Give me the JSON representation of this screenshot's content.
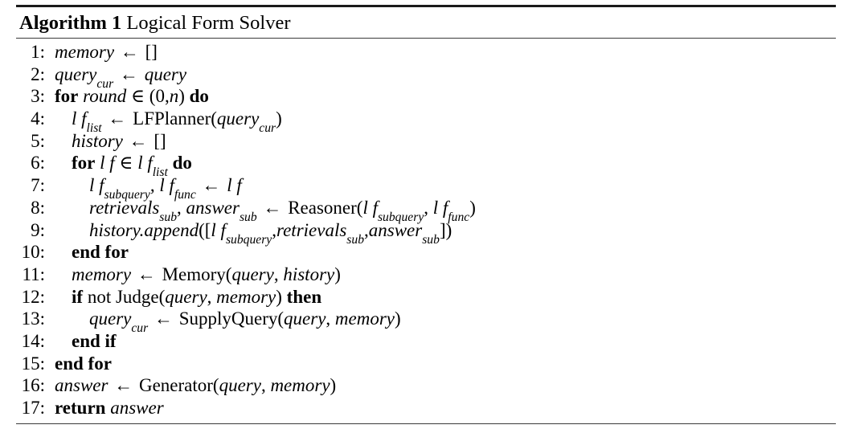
{
  "header": {
    "label": "Algorithm 1",
    "title": "Logical Form Solver"
  },
  "symbols": {
    "assign": "←",
    "member": "∈",
    "empty_list": "[]"
  },
  "lines": [
    {
      "no": "1",
      "indent": 0,
      "text": "memory ← []"
    },
    {
      "no": "2",
      "indent": 0,
      "text": "query_cur ← query"
    },
    {
      "no": "3",
      "indent": 0,
      "text": "for round ∈ (0,n) do"
    },
    {
      "no": "4",
      "indent": 1,
      "text": "lf_list ← LFPlanner(query_cur)"
    },
    {
      "no": "5",
      "indent": 1,
      "text": "history ← []"
    },
    {
      "no": "6",
      "indent": 1,
      "text": "for lf ∈ lf_list do"
    },
    {
      "no": "7",
      "indent": 2,
      "text": "lf_subquery, lf_func ← lf"
    },
    {
      "no": "8",
      "indent": 2,
      "text": "retrievals_sub, answer_sub ← Reasoner(lf_subquery, lf_func)"
    },
    {
      "no": "9",
      "indent": 2,
      "text": "history.append([lf_subquery, retrievals_sub, answer_sub])"
    },
    {
      "no": "10",
      "indent": 1,
      "text": "end for"
    },
    {
      "no": "11",
      "indent": 1,
      "text": "memory ← Memory(query, history)"
    },
    {
      "no": "12",
      "indent": 1,
      "text": "if not Judge(query, memory) then"
    },
    {
      "no": "13",
      "indent": 2,
      "text": "query_cur ← SupplyQuery(query, memory)"
    },
    {
      "no": "14",
      "indent": 1,
      "text": "end if"
    },
    {
      "no": "15",
      "indent": 0,
      "text": "end for"
    },
    {
      "no": "16",
      "indent": 0,
      "text": "answer ← Generator(query, memory)"
    },
    {
      "no": "17",
      "indent": 0,
      "text": "return answer"
    }
  ],
  "line_numbers": [
    "1",
    "2",
    "3",
    "4",
    "5",
    "6",
    "7",
    "8",
    "9",
    "10",
    "11",
    "12",
    "13",
    "14",
    "15",
    "16",
    "17"
  ],
  "keywords": [
    "for",
    "do",
    "end for",
    "if",
    "then",
    "end if",
    "return"
  ],
  "functions": [
    "LFPlanner",
    "Reasoner",
    "Memory",
    "Judge",
    "SupplyQuery",
    "Generator",
    "history.append"
  ],
  "variables": [
    "memory",
    "query",
    "query_cur",
    "round",
    "n",
    "lf",
    "lf_list",
    "lf_subquery",
    "lf_func",
    "history",
    "retrievals_sub",
    "answer_sub",
    "answer"
  ],
  "colors": {
    "text": "#000000",
    "rule_thick": "#1a1a1a",
    "rule_thin": "#3a3a3a",
    "background": "#ffffff"
  }
}
